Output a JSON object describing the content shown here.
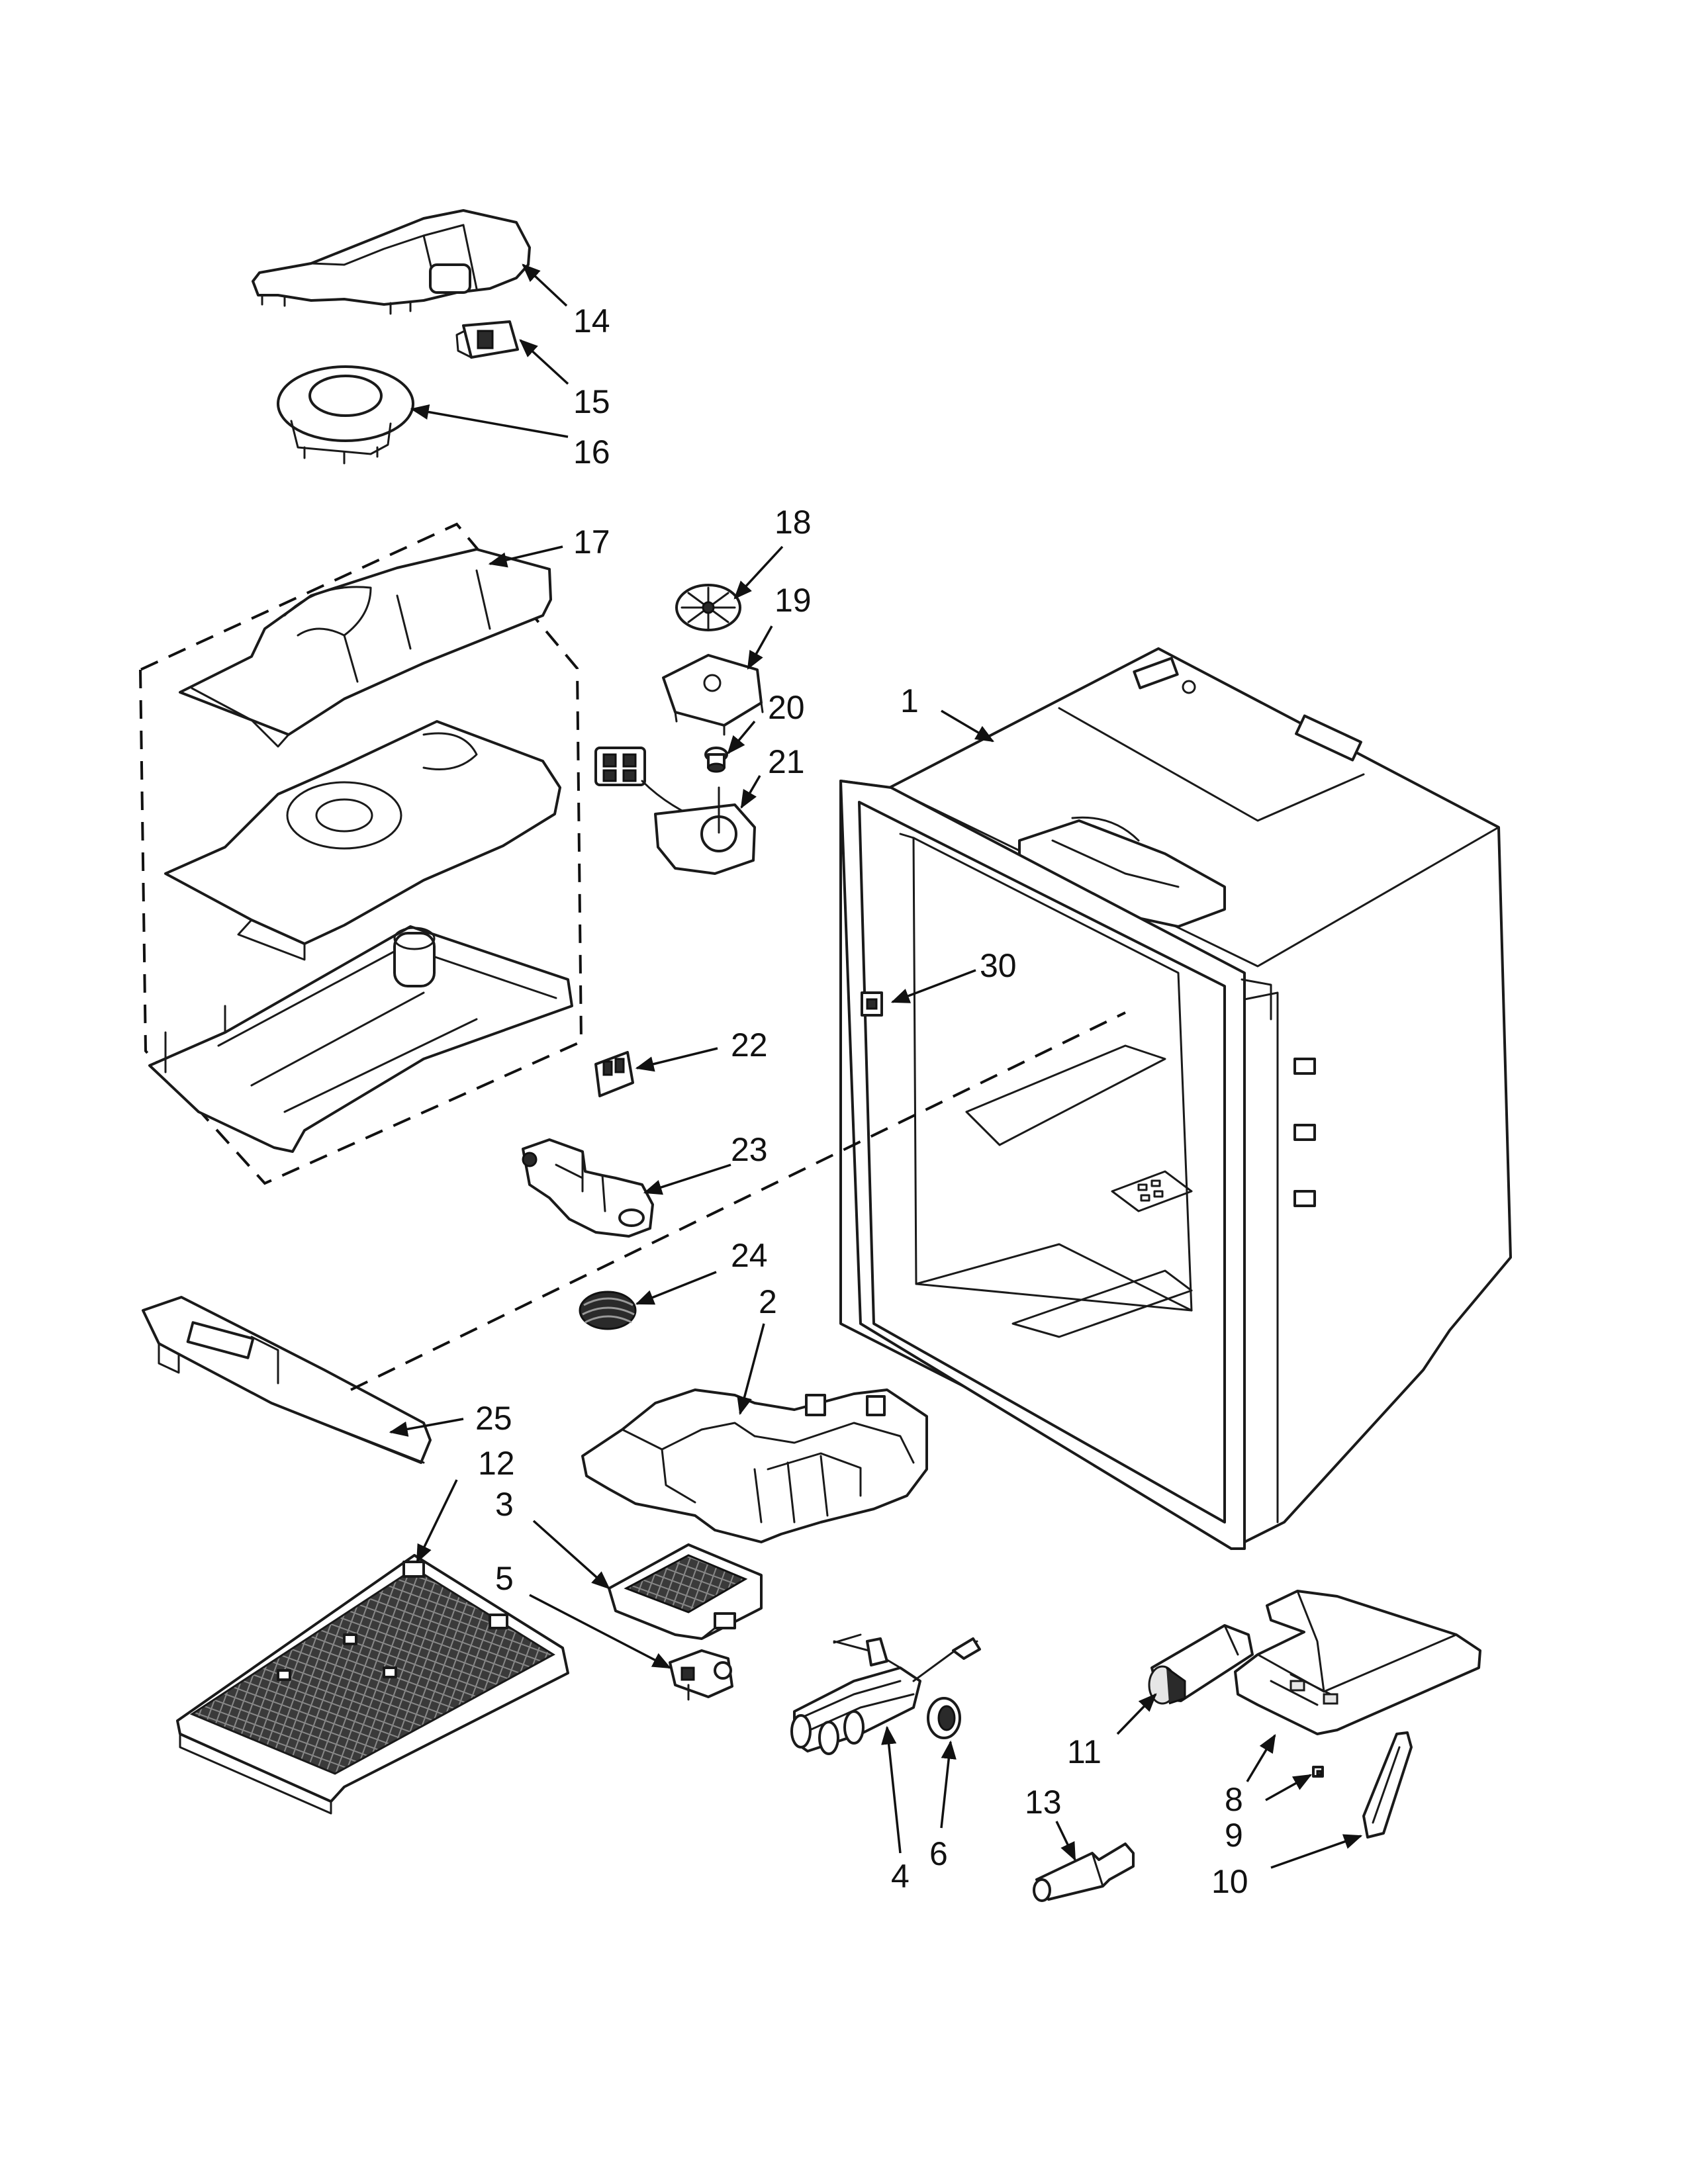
{
  "diagram": {
    "callouts": [
      {
        "id": "c1",
        "label": "1"
      },
      {
        "id": "c2",
        "label": "2"
      },
      {
        "id": "c3",
        "label": "3"
      },
      {
        "id": "c4",
        "label": "4"
      },
      {
        "id": "c5",
        "label": "5"
      },
      {
        "id": "c6",
        "label": "6"
      },
      {
        "id": "c8",
        "label": "8"
      },
      {
        "id": "c9",
        "label": "9"
      },
      {
        "id": "c10",
        "label": "10"
      },
      {
        "id": "c11",
        "label": "11"
      },
      {
        "id": "c12",
        "label": "12"
      },
      {
        "id": "c13",
        "label": "13"
      },
      {
        "id": "c14",
        "label": "14"
      },
      {
        "id": "c15",
        "label": "15"
      },
      {
        "id": "c16",
        "label": "16"
      },
      {
        "id": "c17",
        "label": "17"
      },
      {
        "id": "c18",
        "label": "18"
      },
      {
        "id": "c19",
        "label": "19"
      },
      {
        "id": "c20",
        "label": "20"
      },
      {
        "id": "c21",
        "label": "21"
      },
      {
        "id": "c22",
        "label": "22"
      },
      {
        "id": "c23",
        "label": "23"
      },
      {
        "id": "c24",
        "label": "24"
      },
      {
        "id": "c25",
        "label": "25"
      },
      {
        "id": "c30",
        "label": "30"
      }
    ]
  }
}
